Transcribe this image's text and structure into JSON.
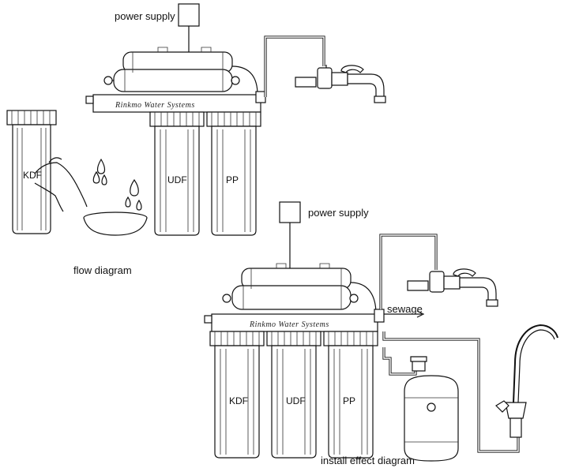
{
  "top_unit": {
    "power_label": "power supply",
    "brand_label": "Rinkmo Water Systems",
    "filters": [
      "UDF",
      "PP"
    ],
    "loose_filter_label": "KDF"
  },
  "flow_caption": "flow diagram",
  "bottom_unit": {
    "power_label": "power supply",
    "brand_label": "Rinkmo Water Systems",
    "sewage_label": "sewage",
    "filters": [
      "KDF",
      "UDF",
      "PP"
    ]
  },
  "install_caption": "install effect diagram"
}
